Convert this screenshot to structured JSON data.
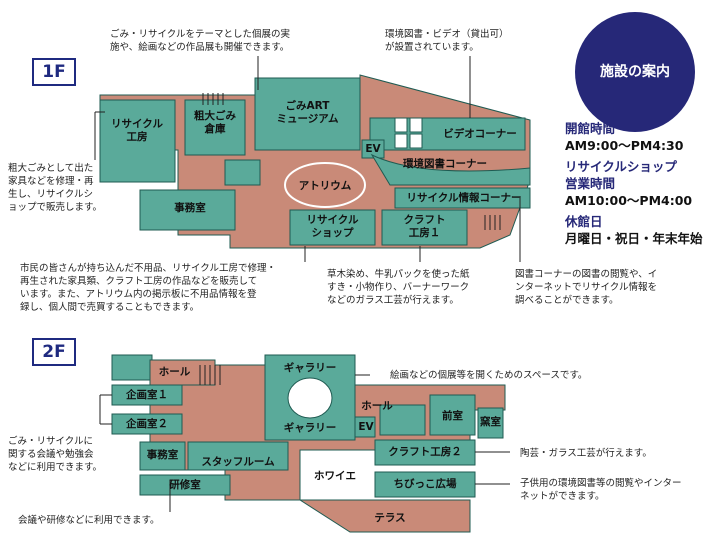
{
  "colors": {
    "teal": "#5aaa9a",
    "tan": "#c98a78",
    "navy": "#262878",
    "border": "#1f5b52"
  },
  "floors": {
    "first": "1F",
    "second": "2F"
  },
  "info": {
    "title": "施設の案内",
    "hours_label": "開館時間",
    "hours_value": "AM9:00〜PM4:30",
    "shop_label_1": "リサイクルショップ",
    "shop_label_2": "営業時間",
    "shop_value": "AM10:00〜PM4:00",
    "closed_label": "休館日",
    "closed_value": "月曜日・祝日・年末年始"
  },
  "rooms_1f": {
    "recycle_kobo": "リサイクル\n工房",
    "sodai_soko": "粗大ごみ\n倉庫",
    "art_museum": "ごみART\nミュージアム",
    "video_corner": "ビデオコーナー",
    "ev": "EV",
    "kankyo_tosho": "環境図書コーナー",
    "atrium": "アトリウム",
    "recycle_info": "リサイクル情報コーナー",
    "jimushitsu": "事務室",
    "recycle_shop": "リサイクル\nショップ",
    "craft_1": "クラフト\n工房１"
  },
  "rooms_2f": {
    "hall_left": "ホール",
    "gallery_top": "ギャラリー",
    "gallery_bottom": "ギャラリー",
    "hall_right": "ホール",
    "ev": "EV",
    "kikaku_1": "企画室１",
    "kikaku_2": "企画室２",
    "jimushitsu": "事務室",
    "staff_room": "スタッフルーム",
    "kenshu": "研修室",
    "foyer": "ホワイエ",
    "craft_2": "クラフト工房２",
    "chibikko": "ちびっこ広場",
    "maeshitsu": "前室",
    "kama": "窯室",
    "terrace": "テラス"
  },
  "annotations": {
    "museum": "ごみ・リサイクルをテーマとした個展の実\n施や、絵画などの作品展も開催できます。",
    "video": "環境図書・ビデオ（貸出可）\nが設置されています。",
    "kobo": "粗大ごみとして出た\n家具などを修理・再\n生し、リサイクルシ\nョップで販売します。",
    "shop": "市民の皆さんが持ち込んだ不用品、リサイクル工房で修理・\n再生された家具類、クラフト工房の作品などを販売して\nいます。また、アトリウム内の掲示板に不用品情報を登\n録し、個人間で売買することもできます。",
    "craft1": "草木染め、牛乳パックを使った紙\nすき・小物作り、バーナーワーク\nなどのガラス工芸が行えます。",
    "info_corner": "図書コーナーの図書の閲覧や、イ\nンターネットでリサイクル情報を\n調べることができます。",
    "gallery": "絵画などの個展等を開くためのスペースです。",
    "kikaku": "ごみ・リサイクルに\n関する会議や勉強会\nなどに利用できます。",
    "kenshu": "会議や研修などに利用できます。",
    "craft2": "陶芸・ガラス工芸が行えます。",
    "chibikko": "子供用の環境図書等の閲覧やインター\nネットができます。"
  }
}
